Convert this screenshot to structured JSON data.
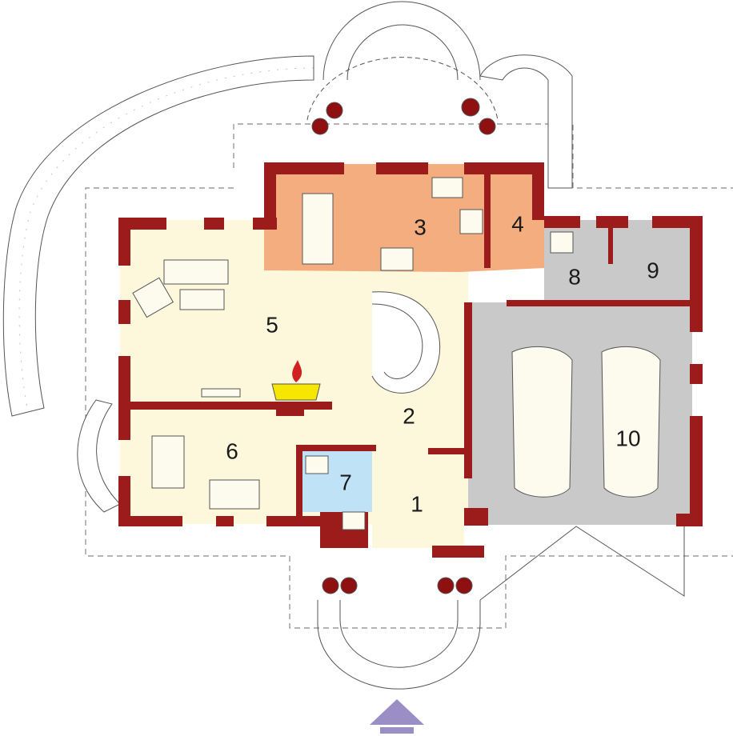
{
  "plan": {
    "rooms": [
      {
        "label": "1"
      },
      {
        "label": "2"
      },
      {
        "label": "3"
      },
      {
        "label": "4"
      },
      {
        "label": "5"
      },
      {
        "label": "6"
      },
      {
        "label": "7"
      },
      {
        "label": "8"
      },
      {
        "label": "9"
      },
      {
        "label": "10"
      }
    ],
    "colors": {
      "wall": "#9c1c1c",
      "living": "#fdf8dc",
      "kitchen": "#f3ad7f",
      "garage": "#c9c9c9",
      "bathroom": "#bfe2f6",
      "entrance_arrow": "#9b8dc6"
    }
  }
}
